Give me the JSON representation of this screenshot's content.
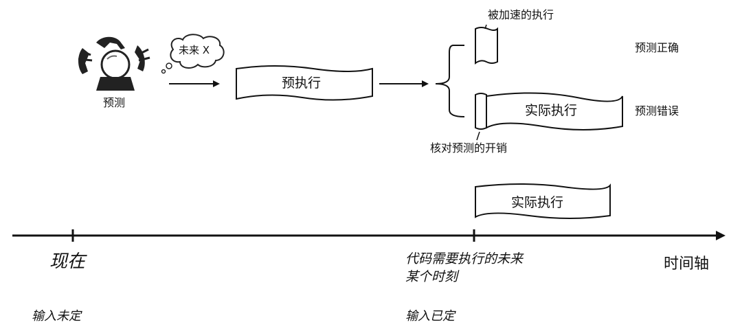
{
  "wizard": {
    "label": "预测",
    "thought": "未来 X"
  },
  "boxes": {
    "pre_exec": "预执行",
    "actual_exec_wrong": "实际执行",
    "actual_exec_bottom": "实际执行"
  },
  "annotations": {
    "accelerated": "被加速的执行",
    "prediction_correct": "预测正确",
    "prediction_wrong": "预测错误",
    "check_overhead": "核对预测的开销"
  },
  "timeline": {
    "axis_label": "时间轴",
    "now_label": "现在",
    "now_input": "输入未定",
    "future_label_line1": "代码需要执行的未来",
    "future_label_line2": "某个时刻",
    "future_input": "输入已定"
  }
}
